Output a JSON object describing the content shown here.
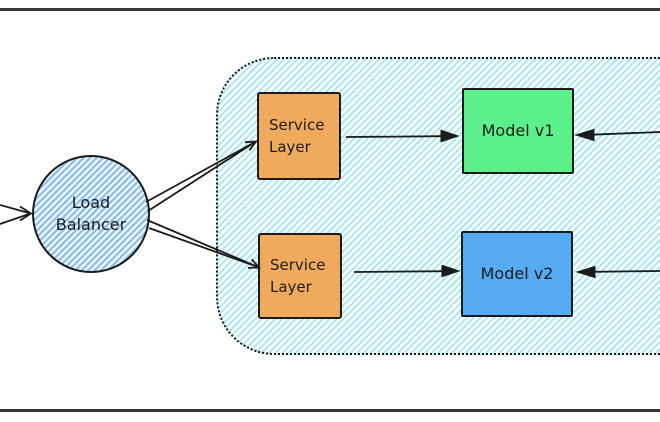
{
  "diagram": {
    "type": "architecture-sketch",
    "nodes": {
      "load_balancer": {
        "label_line1": "Load",
        "label_line2": "Balancer",
        "shape": "circle",
        "fill_hatch": "#8fc2ee"
      },
      "service_layer_top": {
        "label_line1": "Service",
        "label_line2": "Layer",
        "shape": "rectangle",
        "fill": "#f0aa5e"
      },
      "service_layer_bottom": {
        "label_line1": "Service",
        "label_line2": "Layer",
        "shape": "rectangle",
        "fill": "#f0aa5e"
      },
      "model_v1": {
        "label": "Model v1",
        "shape": "rectangle",
        "fill": "#5cf08c"
      },
      "model_v2": {
        "label": "Model v2",
        "shape": "rectangle",
        "fill": "#55aaf2"
      }
    },
    "container": {
      "style": "dotted-rounded",
      "fill_hatch": "#aee9f1",
      "border_color": "#1a1a1a",
      "contains": [
        "service_layer_top",
        "service_layer_bottom",
        "model_v1",
        "model_v2"
      ]
    },
    "edges": [
      {
        "from": "offscreen-left",
        "to": "load_balancer",
        "style": "converging-lines-arrow"
      },
      {
        "from": "load_balancer",
        "to": "service_layer_top",
        "style": "converging-lines-arrow"
      },
      {
        "from": "load_balancer",
        "to": "service_layer_bottom",
        "style": "converging-lines-arrow"
      },
      {
        "from": "service_layer_top",
        "to": "model_v1",
        "style": "solid-arrow"
      },
      {
        "from": "service_layer_bottom",
        "to": "model_v2",
        "style": "solid-arrow"
      },
      {
        "from": "offscreen-right",
        "to": "model_v1",
        "style": "solid-arrow"
      },
      {
        "from": "offscreen-right",
        "to": "model_v2",
        "style": "solid-arrow"
      }
    ],
    "frame": {
      "top_line": true,
      "bottom_line": true,
      "line_color": "#383838"
    },
    "stroke_color": "#1b1b1b"
  }
}
